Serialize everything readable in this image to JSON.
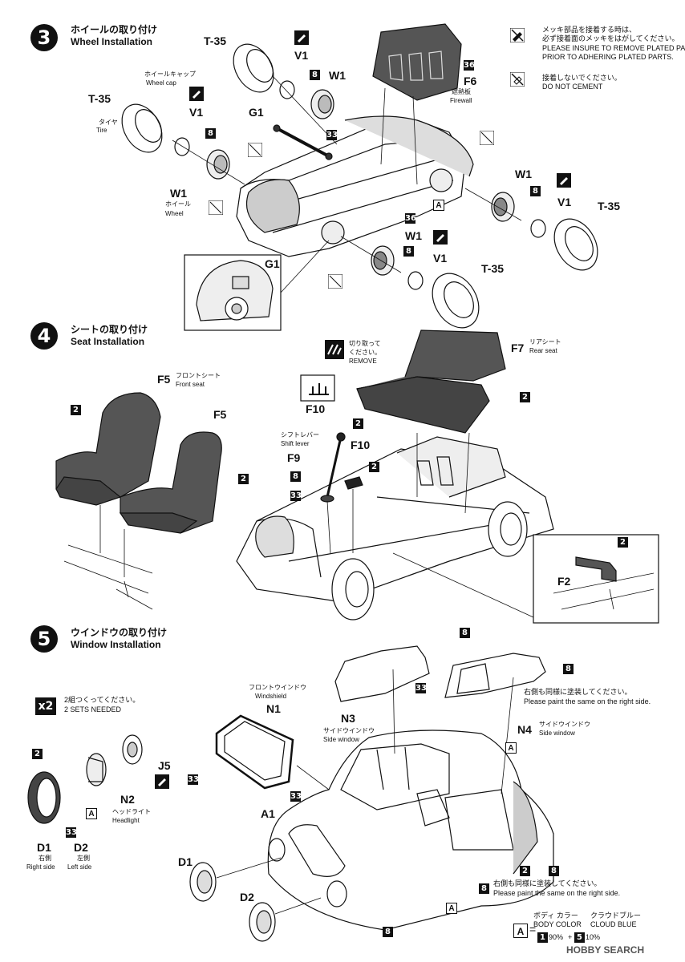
{
  "notes": {
    "plated_ja": "メッキ部品を接着する時は、",
    "plated_ja2": "必ず接着面のメッキをはがしてください。",
    "plated_en1": "PLEASE INSURE TO REMOVE PLATED PARTS",
    "plated_en2": "PRIOR TO ADHERING PLATED PARTS.",
    "nocement_ja": "接着しないでください。",
    "nocement_en": "DO NOT CEMENT"
  },
  "step3": {
    "number": "3",
    "title_ja": "ホイールの取り付け",
    "title_en": "Wheel Installation",
    "parts": {
      "t35": "T-35",
      "v1": "V1",
      "w1": "W1",
      "g1": "G1",
      "f6": "F6",
      "a": "A",
      "n8": "8",
      "n33": "33",
      "n36": "36"
    },
    "wheelcap_ja": "ホイールキャップ",
    "wheelcap_en": "Wheel cap",
    "tire_ja": "タイヤ",
    "tire_en": "Tire",
    "wheel_ja": "ホイール",
    "wheel_en": "Wheel",
    "firewall_ja": "遮熱板",
    "firewall_en": "Firewall"
  },
  "step4": {
    "number": "4",
    "title_ja": "シートの取り付け",
    "title_en": "Seat Installation",
    "remove_ja1": "切り取って",
    "remove_ja2": "ください。",
    "remove_en": "REMOVE",
    "f10": "F10",
    "f5": "F5",
    "f5_ja": "フロントシート",
    "f5_en": "Front seat",
    "f7": "F7",
    "f7_ja": "リアシート",
    "f7_en": "Rear seat",
    "f9": "F9",
    "shift_ja": "シフトレバー",
    "shift_en": "Shift lever",
    "f2": "F2",
    "n2": "2",
    "n8": "8",
    "n33": "33"
  },
  "step5": {
    "number": "5",
    "title_ja": "ウインドウの取り付け",
    "title_en": "Window Installation",
    "sets": "x2",
    "sets_ja": "2組つくってください。",
    "sets_en": "2 SETS NEEDED",
    "n1": "N1",
    "n1_ja": "フロントウインドウ",
    "n1_en": "Windshield",
    "n2": "N2",
    "n2_ja": "ヘッドライト",
    "n2_en": "Headlight",
    "n3": "N3",
    "n3_ja": "サイドウインドウ",
    "n3_en": "Side window",
    "n4": "N4",
    "n4_ja": "サイドウインドウ",
    "n4_en": "Side window",
    "j5": "J5",
    "a1": "A1",
    "d1": "D1",
    "d2": "D2",
    "d1_ja": "右側",
    "d1_en": "Right side",
    "d2_ja": "左側",
    "d2_en": "Left side",
    "right_ja": "右側も同様に塗装してください。",
    "right_en": "Please paint the same on the right side.",
    "a": "A",
    "n2num": "2",
    "n8num": "8",
    "n33num": "33",
    "body_ja": "ボディ カラー",
    "body_en": "BODY COLOR",
    "cloud_ja": "クラウドブルー",
    "cloud_en": "CLOUD BLUE",
    "mix1": "1",
    "mix1_pct": "90%",
    "mix5": "5",
    "mix5_pct": "10%",
    "plus": "+",
    "equals": "="
  },
  "watermark": "HOBBY SEARCH"
}
